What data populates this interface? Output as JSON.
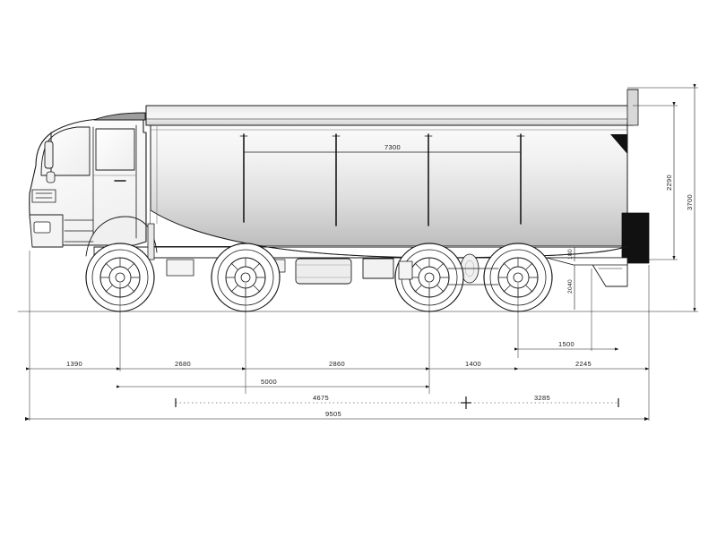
{
  "drawing": {
    "title": "Side-view general arrangement drawing of an 8x4 tipper/bulk-carrier truck",
    "view": "left side elevation",
    "units": "mm",
    "line_color": "#1a1a1a",
    "background_color": "#ffffff",
    "body_fill_top": "#f4f4f4",
    "body_fill_bottom": "#c9c9c9",
    "dark_fill": "#111111"
  },
  "dimensions": {
    "body_length": {
      "label": "7300",
      "orientation": "horizontal",
      "location": "inside tipper body, upper area"
    },
    "front_overhang": {
      "label": "1390",
      "orientation": "horizontal",
      "location": "bottom chain, segment 1"
    },
    "axle_1_to_2": {
      "label": "2680",
      "orientation": "horizontal",
      "location": "bottom chain, segment 2"
    },
    "axle_2_to_3": {
      "label": "2860",
      "orientation": "horizontal",
      "location": "bottom chain, segment 3"
    },
    "axle_3_to_4": {
      "label": "1400",
      "orientation": "horizontal",
      "location": "bottom chain, segment 4"
    },
    "rear_overhang": {
      "label": "2245",
      "orientation": "horizontal",
      "location": "bottom chain, segment 5"
    },
    "wheelbase": {
      "label": "5000",
      "orientation": "horizontal",
      "location": "second chain, axle 1 to axle 3"
    },
    "front_to_center": {
      "label": "4675",
      "orientation": "horizontal",
      "location": "dotted balance line, left"
    },
    "center_to_rear": {
      "label": "3285",
      "orientation": "horizontal",
      "location": "dotted balance line, right"
    },
    "overall_length": {
      "label": "9505",
      "orientation": "horizontal",
      "location": "bottom overall"
    },
    "rear_platform": {
      "label": "1500",
      "orientation": "horizontal",
      "location": "rear lower, above bottom chain"
    },
    "body_height": {
      "label": "2290",
      "orientation": "vertical",
      "location": "right side, inner"
    },
    "overall_height": {
      "label": "3700",
      "orientation": "vertical",
      "location": "right side, outer"
    },
    "rear_step_height": {
      "label": "2040",
      "orientation": "vertical",
      "location": "rear lower, inner"
    },
    "rear_sill": {
      "label": "180",
      "orientation": "vertical",
      "location": "rear lower, small"
    }
  }
}
